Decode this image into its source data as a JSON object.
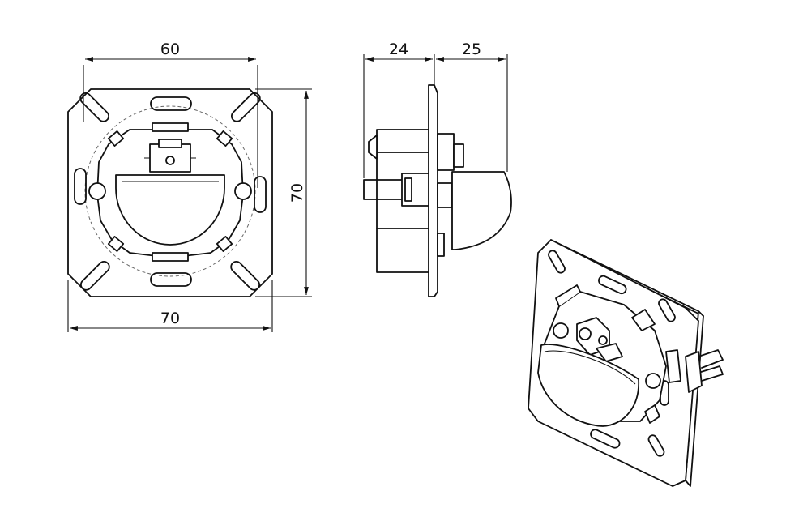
{
  "dimensions": {
    "front_width_top": "60",
    "front_width_bottom": "70",
    "front_height": "70",
    "side_depth_rear": "24",
    "side_depth_front": "25"
  },
  "colors": {
    "line": "#111111",
    "background": "#ffffff",
    "guide": "#666666"
  }
}
